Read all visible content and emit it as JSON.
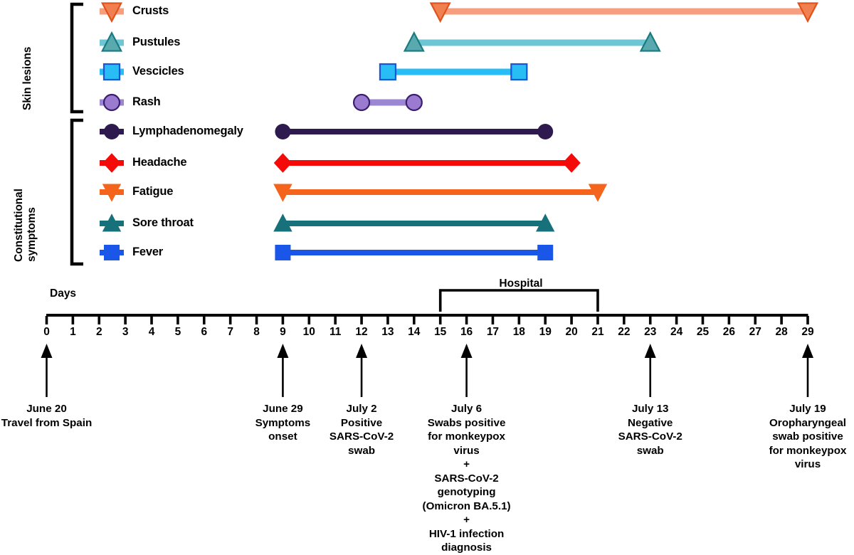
{
  "chart_data": {
    "type": "timeline",
    "title": "",
    "xlabel": "Days",
    "xlim": [
      0,
      29
    ],
    "xticks": [
      0,
      1,
      2,
      3,
      4,
      5,
      6,
      7,
      8,
      9,
      10,
      11,
      12,
      13,
      14,
      15,
      16,
      17,
      18,
      19,
      20,
      21,
      22,
      23,
      24,
      25,
      26,
      27,
      28,
      29
    ],
    "grid": false,
    "legend_position": "left-inline",
    "groups": [
      {
        "name": "Skin lesions",
        "bracket_label": "Skin lesions",
        "rows": [
          {
            "label": "Crusts",
            "marker": "triangle-down",
            "start": 15,
            "end": 29,
            "bar_color": "#F79E7E",
            "marker_fill": "#F08050",
            "marker_stroke": "#E0521C"
          },
          {
            "label": "Pustules",
            "marker": "triangle-up",
            "start": 14,
            "end": 23,
            "bar_color": "#6DC6D4",
            "marker_fill": "#5AA9AF",
            "marker_stroke": "#177B80"
          },
          {
            "label": "Vescicles",
            "marker": "square",
            "start": 13,
            "end": 18,
            "bar_color": "#29BDF5",
            "marker_fill": "#29BDF5",
            "marker_stroke": "#1756D6"
          },
          {
            "label": "Rash",
            "marker": "circle",
            "start": 12,
            "end": 14,
            "bar_color": "#9B86D4",
            "marker_fill": "#9A7BD0",
            "marker_stroke": "#3A1D6E"
          }
        ]
      },
      {
        "name": "Constitutional symptoms",
        "bracket_label": "Constitutional symptoms",
        "rows": [
          {
            "label": "Lymphadenomegaly",
            "marker": "circle",
            "start": 9,
            "end": 19,
            "bar_color": "#2E1A4E",
            "marker_fill": "#2E1A4E",
            "marker_stroke": "#2E1A4E"
          },
          {
            "label": "Headache",
            "marker": "diamond",
            "start": 9,
            "end": 20,
            "bar_color": "#F50A0A",
            "marker_fill": "#F50A0A",
            "marker_stroke": "#F50A0A"
          },
          {
            "label": "Fatigue",
            "marker": "triangle-down",
            "start": 9,
            "end": 21,
            "bar_color": "#F4641C",
            "marker_fill": "#F4641C",
            "marker_stroke": "#F4641C"
          },
          {
            "label": "Sore throat",
            "marker": "triangle-up",
            "start": 9,
            "end": 19,
            "bar_color": "#17717A",
            "marker_fill": "#17717A",
            "marker_stroke": "#17717A"
          },
          {
            "label": "Fever",
            "marker": "square",
            "start": 9,
            "end": 19,
            "bar_color": "#1A56E8",
            "marker_fill": "#1A56E8",
            "marker_stroke": "#1A56E8"
          }
        ]
      }
    ],
    "hospital_bracket": {
      "label": "Hospital",
      "start": 15,
      "end": 21
    },
    "events": [
      {
        "day": 0,
        "lines": [
          "June 20",
          "Travel from Spain"
        ]
      },
      {
        "day": 9,
        "lines": [
          "June 29",
          "Symptoms",
          "onset"
        ]
      },
      {
        "day": 12,
        "lines": [
          "July 2",
          "Positive",
          "SARS-CoV-2",
          "swab"
        ]
      },
      {
        "day": 16,
        "lines": [
          "July 6",
          "Swabs positive",
          "for monkeypox",
          "virus",
          "+",
          "SARS-CoV-2",
          "genotyping",
          "(Omicron BA.5.1)",
          "+",
          "HIV-1 infection",
          "diagnosis"
        ]
      },
      {
        "day": 23,
        "lines": [
          "July 13",
          "Negative",
          "SARS-CoV-2",
          "swab"
        ]
      },
      {
        "day": 29,
        "lines": [
          "July 19",
          "Oropharyngeal",
          "swab positive",
          "for monkeypox",
          "virus"
        ]
      }
    ]
  },
  "axis": {
    "days_caption": "Days",
    "tick_labels": [
      "0",
      "1",
      "2",
      "3",
      "4",
      "5",
      "6",
      "7",
      "8",
      "9",
      "10",
      "11",
      "12",
      "13",
      "14",
      "15",
      "16",
      "17",
      "18",
      "19",
      "20",
      "21",
      "22",
      "23",
      "24",
      "25",
      "26",
      "27",
      "28",
      "29"
    ]
  },
  "colors": {
    "axis": "#000000",
    "background": "#ffffff",
    "crusts": "#F79E7E",
    "pustules": "#6DC6D4",
    "vescicles": "#29BDF5",
    "rash": "#9B86D4",
    "lymphadenomegaly": "#2E1A4E",
    "headache": "#F50A0A",
    "fatigue": "#F4641C",
    "sore_throat": "#17717A",
    "fever": "#1A56E8"
  }
}
